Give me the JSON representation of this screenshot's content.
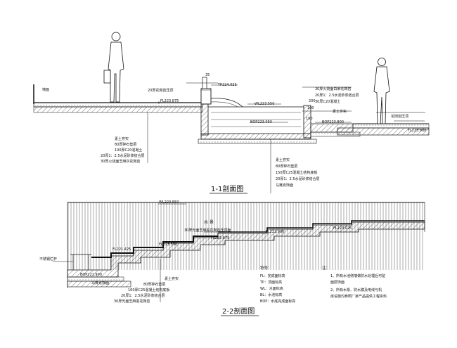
{
  "section_1_1": {
    "title": "1-1剖面图",
    "label_wall": "墙面",
    "label_edge": "20厚花岗岩压顶",
    "label_fl_left": "FL223.875",
    "label_tp": "TP224.025",
    "label_wl": "WL223.550",
    "label_bop_pool": "BOP223.050",
    "label_bop_right": "BOP223.800",
    "label_fl_right": "FL223.900",
    "label_dim_a": "35",
    "label_dim_b": "200",
    "label_dim_c": "100",
    "label_dim_d": "100",
    "label_grass": "花岗岩压顶",
    "left_layers": [
      "素土夯实",
      "80厚碎石垫层",
      "100厚C20混凝土",
      "20厚1：2.5水泥砂浆结合层",
      "30厚火烧面芝麻灰花岗岩"
    ],
    "right_layers": [
      "30厚火烧面白麻花岗岩",
      "20厚1：2.5水泥砂浆结合层",
      "30厚C20混凝土",
      "素土夯实"
    ],
    "bottom_layers": [
      "素土夯实",
      "80厚碎石垫层",
      "150厚C25混凝土结构底板",
      "20厚1：2.5水泥砂浆结合层",
      "马赛克饰面"
    ]
  },
  "section_2_2": {
    "title": "2-2剖面图",
    "label_wl": "WL223.550",
    "label_water": "水 景",
    "label_edge": "30厚光面芝麻黑花岗岩压顶面",
    "label_railing": "不锈钢栏杆",
    "label_fl1": "FL221.425",
    "label_fl2": "FL223.550",
    "label_fl3": "FL222.875",
    "label_fl4": "FL222.900",
    "label_fl5": "FL223.025",
    "label_bop": "BOP221.900",
    "label_mosaic": "马赛克饰面",
    "layers": [
      "素土夯实",
      "80厚碎石垫层",
      "160厚C25混凝土结构底板",
      "20厚1：2.5水泥砂浆结合层",
      "30厚光面芝麻黑花岗岩"
    ]
  },
  "legend": {
    "heading": "符号：",
    "items": [
      "FL：完成面标高",
      "TP：顶面标高",
      "WL：水面标高",
      "BL：水池标高",
      "BOP：水底完成面标高"
    ]
  },
  "notes": {
    "heading": "注：",
    "items": [
      "1、所有水池侧墙做防水处理后可贴",
      "   面层饰面",
      "2、所有水泵、防水膜及电线与机",
      "   房设施均参照厂家产品提供工程资料"
    ]
  }
}
